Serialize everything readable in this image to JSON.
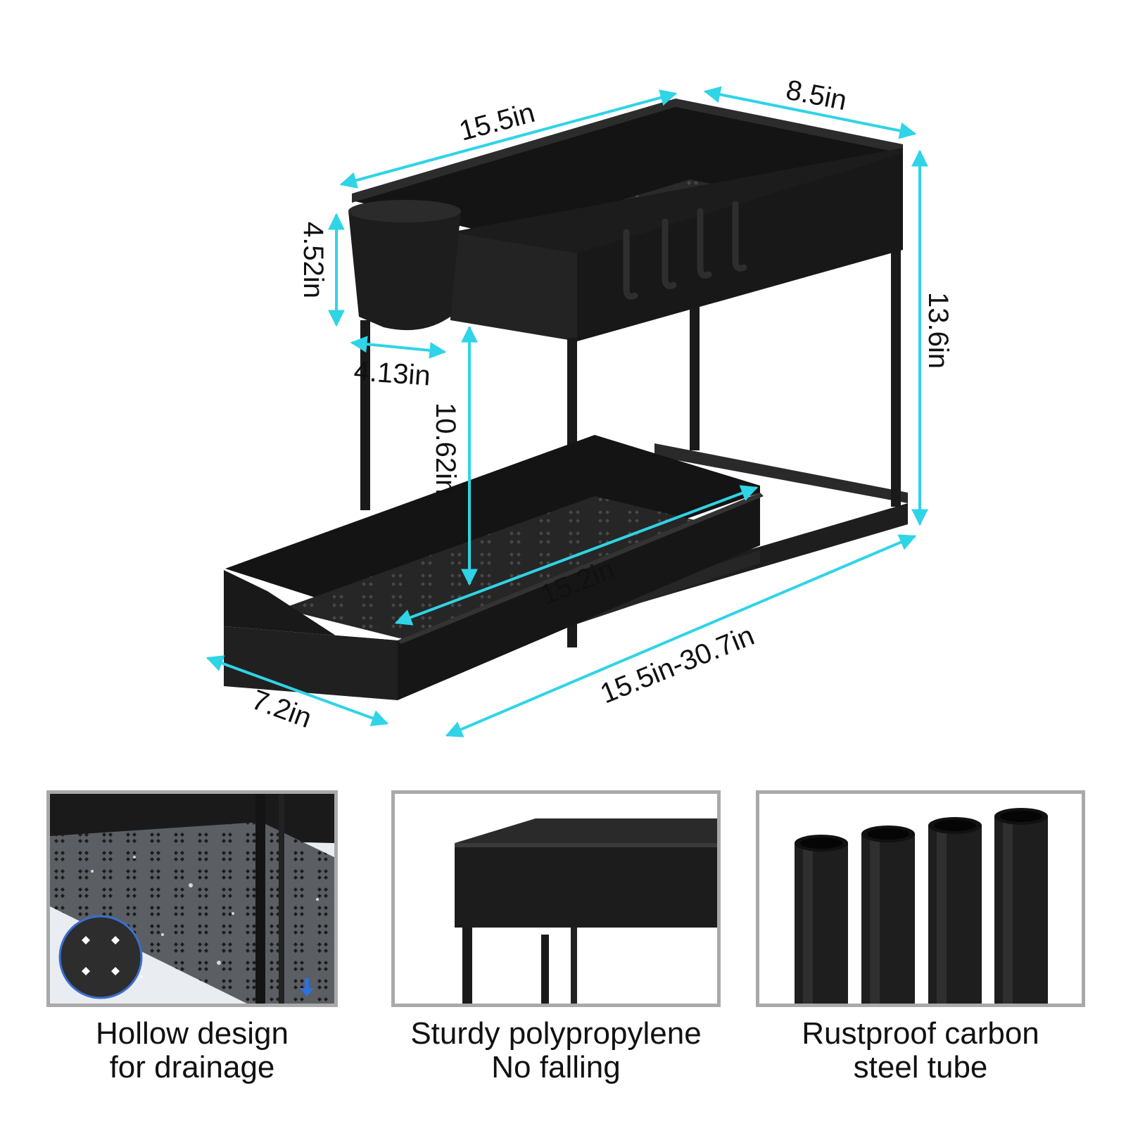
{
  "dimensions": {
    "top_length": "15.5in",
    "top_width": "8.5in",
    "cup_height": "4.52in",
    "cup_width": "4.13in",
    "total_height": "13.6in",
    "tier_gap": "10.62in",
    "drawer_length": "15.2in",
    "drawer_width": "7.2in",
    "extended_length": "15.5in-30.7in"
  },
  "features": [
    {
      "line1": "Hollow design",
      "line2": "for drainage"
    },
    {
      "line1": "Sturdy polypropylene",
      "line2": "No falling"
    },
    {
      "line1": "Rustproof carbon",
      "line2": "steel tube"
    }
  ],
  "colors": {
    "dimension_line": "#2fd4e6",
    "product": "#1a1a1a",
    "panel_border": "#a9a9a9",
    "drain_arrow": "#2f6fe0"
  }
}
